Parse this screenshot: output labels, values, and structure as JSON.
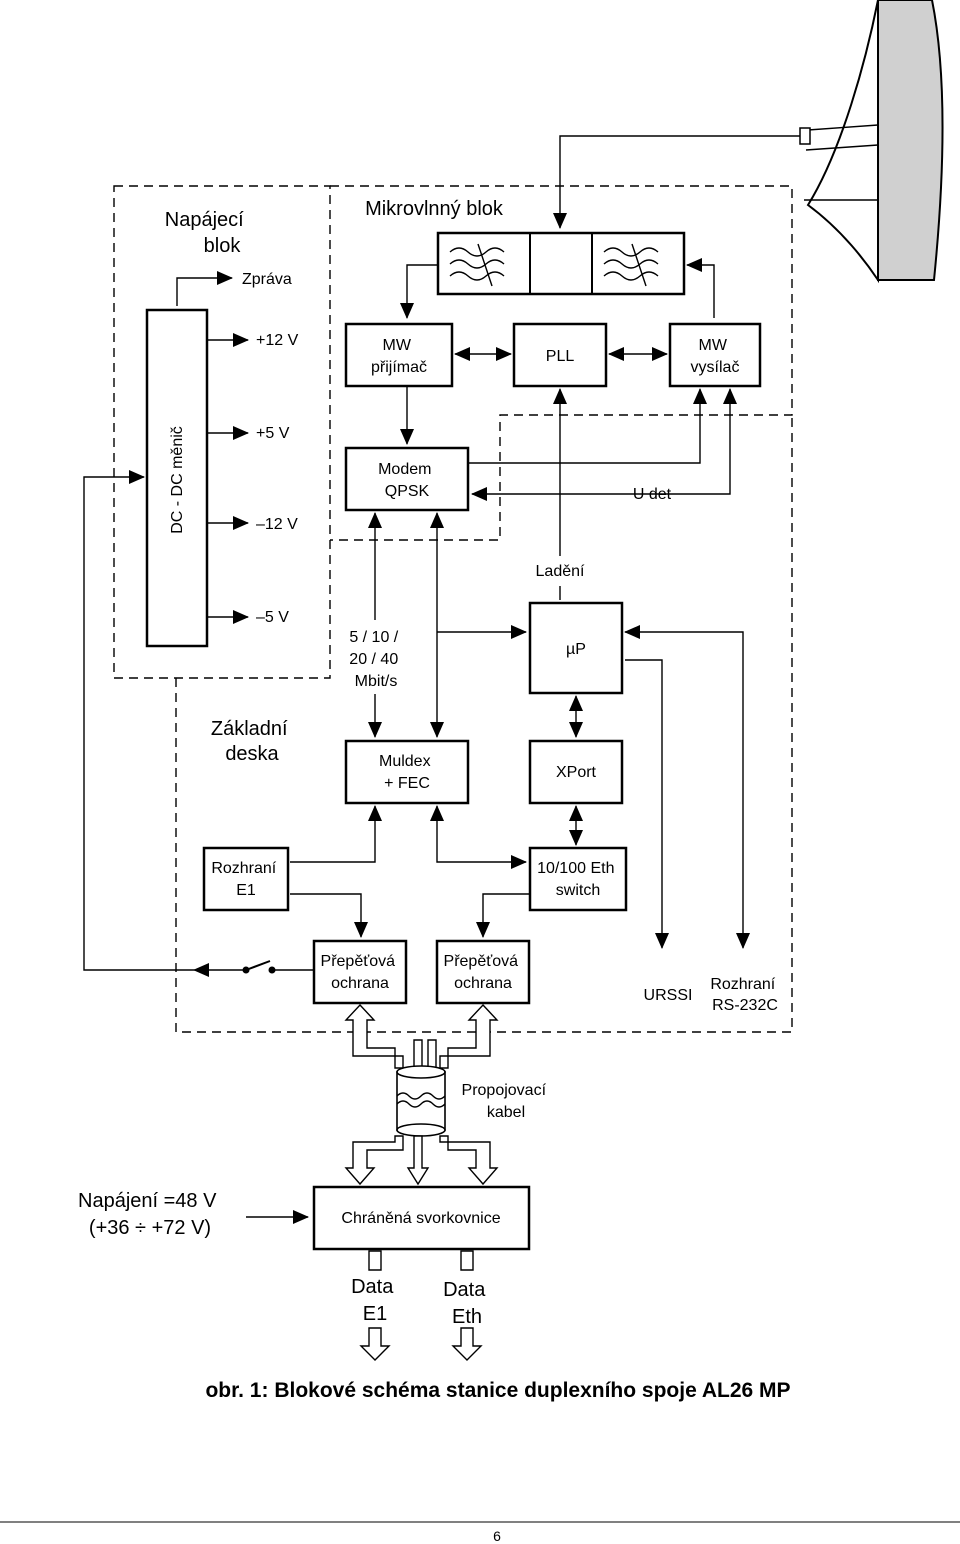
{
  "regions": {
    "power_block": [
      "Napájecí",
      "blok"
    ],
    "microwave_block": "Mikrovlnný blok",
    "main_board": [
      "Základní",
      "deska"
    ]
  },
  "signals": {
    "zprava": "Zpráva",
    "plus12": "+12 V",
    "plus5": "+5 V",
    "minus12": "–12 V",
    "minus5": "–5 V",
    "u_det": "U det",
    "ladeni": "Ladění",
    "rate": [
      "5 / 10 /",
      "20 / 40",
      "Mbit/s"
    ],
    "urssi": "URSSI"
  },
  "blocks": {
    "dcdc": "DC - DC měnič",
    "mw_rx": [
      "MW",
      "přijímač"
    ],
    "pll": "PLL",
    "mw_tx": [
      "MW",
      "vysílač"
    ],
    "modem": [
      "Modem",
      "QPSK"
    ],
    "up": "µP",
    "muldex": [
      "Muldex",
      "+ FEC"
    ],
    "xport": "XPort",
    "e1_iface": [
      "Rozhraní",
      "E1"
    ],
    "eth_switch": [
      "10/100 Eth",
      "switch"
    ],
    "surge1": [
      "Přepěťová",
      "ochrana"
    ],
    "surge2": [
      "Přepěťová",
      "ochrana"
    ],
    "rs232": [
      "Rozhraní",
      "RS-232C"
    ],
    "cable": [
      "Propojovací",
      "kabel"
    ],
    "power_in": [
      "Napájení =48 V",
      "(+36 ÷ +72 V)"
    ],
    "terminal": "Chráněná svorkovnice",
    "data_e1": [
      "Data",
      "E1"
    ],
    "data_eth": [
      "Data",
      "Eth"
    ]
  },
  "caption": "obr. 1: Blokové schéma stanice duplexního spoje AL26 MP",
  "page_number": "6"
}
